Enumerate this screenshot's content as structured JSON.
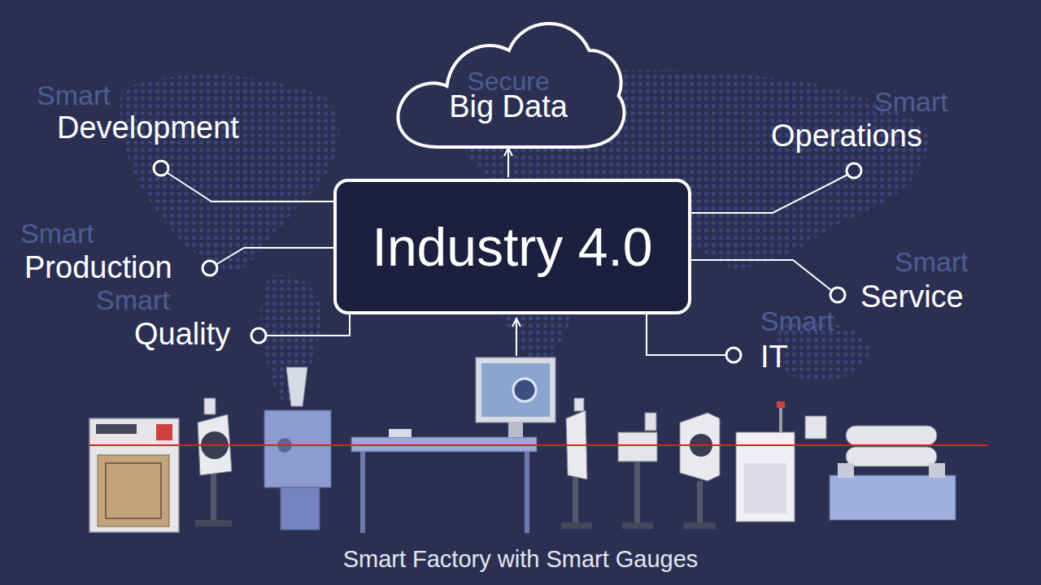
{
  "diagram": {
    "caption": "Smart Factory with Smart Gauges",
    "nodes": [
      {
        "text": [
          "Secure",
          "Big Data"
        ]
      },
      {
        "text": [
          "Industry 4.0"
        ]
      }
    ],
    "edges": [
      {
        "from": 1,
        "to": 0,
        "arrow": "to"
      }
    ],
    "labels": [
      "Smart",
      "Development",
      "Smart",
      "Production",
      "Smart",
      "Quality",
      "Smart",
      "Operations",
      "Smart",
      "Service",
      "Smart",
      "IT"
    ]
  }
}
